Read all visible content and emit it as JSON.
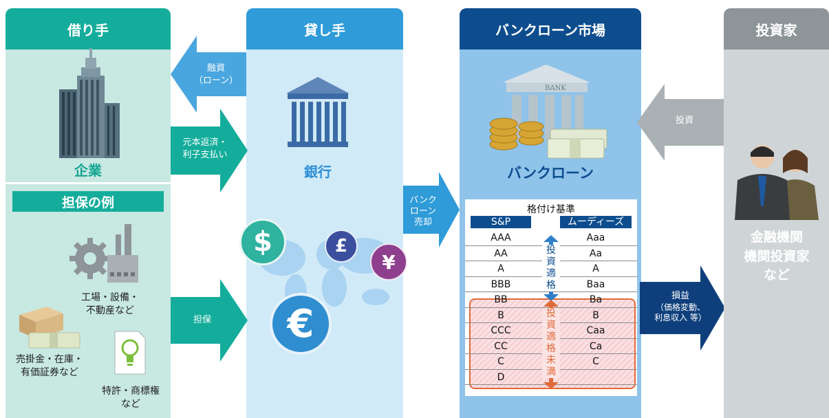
{
  "colors": {
    "borrower_head": "#14ad9b",
    "borrower_body": "#c8e8e2",
    "lender_head": "#2f9bd8",
    "lender_body": "#d0eaf8",
    "market_head": "#0d4d8e",
    "market_body": "#8fc3ea",
    "investor_head": "#8d9598",
    "investor_body": "#cfd4d6",
    "teal_text": "#12a591",
    "blue_text": "#2e8fd6",
    "invest_grade_arrow": "#2f7fc9",
    "spec_grade_border": "#e06a3a",
    "dark_arrow": "#0e3f7c"
  },
  "columns": {
    "borrower": {
      "title": "借り手",
      "entity": "企業"
    },
    "lender": {
      "title": "貸し手",
      "entity": "銀行"
    },
    "market": {
      "title": "バンクローン市場",
      "entity": "バンクローン"
    },
    "investor": {
      "title": "投資家",
      "entity_line1": "金融機関",
      "entity_line2": "機関投資家",
      "entity_line3": "など"
    }
  },
  "collateral": {
    "title": "担保の例",
    "item1_line1": "工場・設備・",
    "item1_line2": "不動産など",
    "item2_line1": "売掛金・在庫・",
    "item2_line2": "有価証券など",
    "item3_line1": "特許・商標権",
    "item3_line2": "など"
  },
  "arrows": {
    "loan_line1": "融資",
    "loan_line2": "（ローン）",
    "repay_line1": "元本返済・",
    "repay_line2": "利子支払い",
    "collateral": "担保",
    "sale_line1": "バンク",
    "sale_line2": "ローン",
    "sale_line3": "売却",
    "invest": "投資",
    "pnl_line1": "損益",
    "pnl_line2": "（価格変動、",
    "pnl_line3": "利息収入 等）"
  },
  "currency": {
    "dollar": "$",
    "pound": "£",
    "yen": "¥",
    "euro": "€"
  },
  "bank_sign": "BANK",
  "rating": {
    "title": "格付け基準",
    "sp_label": "S&P",
    "moodys_label": "ムーディーズ",
    "sp": [
      "AAA",
      "AA",
      "A",
      "BBB",
      "BB",
      "B",
      "CCC",
      "CC",
      "C",
      "D"
    ],
    "moodys": [
      "Aaa",
      "Aa",
      "A",
      "Baa",
      "Ba",
      "B",
      "Caa",
      "Ca",
      "C",
      ""
    ],
    "investment_grade": [
      "投",
      "資",
      "適",
      "格"
    ],
    "speculative_grade": [
      "投",
      "資",
      "適",
      "格",
      "未",
      "満"
    ]
  }
}
